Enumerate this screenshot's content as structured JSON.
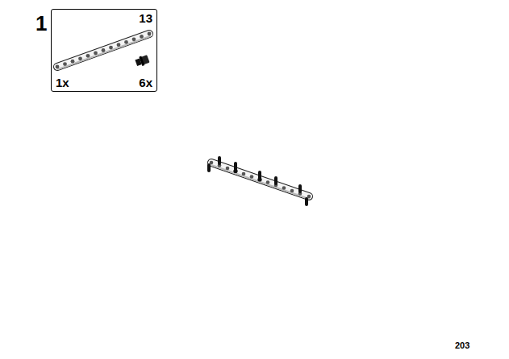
{
  "diagram": {
    "nodes": [
      {
        "text": [
          "13",
          "1x",
          "6x"
        ]
      }
    ],
    "labels": [
      "1",
      "203"
    ]
  }
}
